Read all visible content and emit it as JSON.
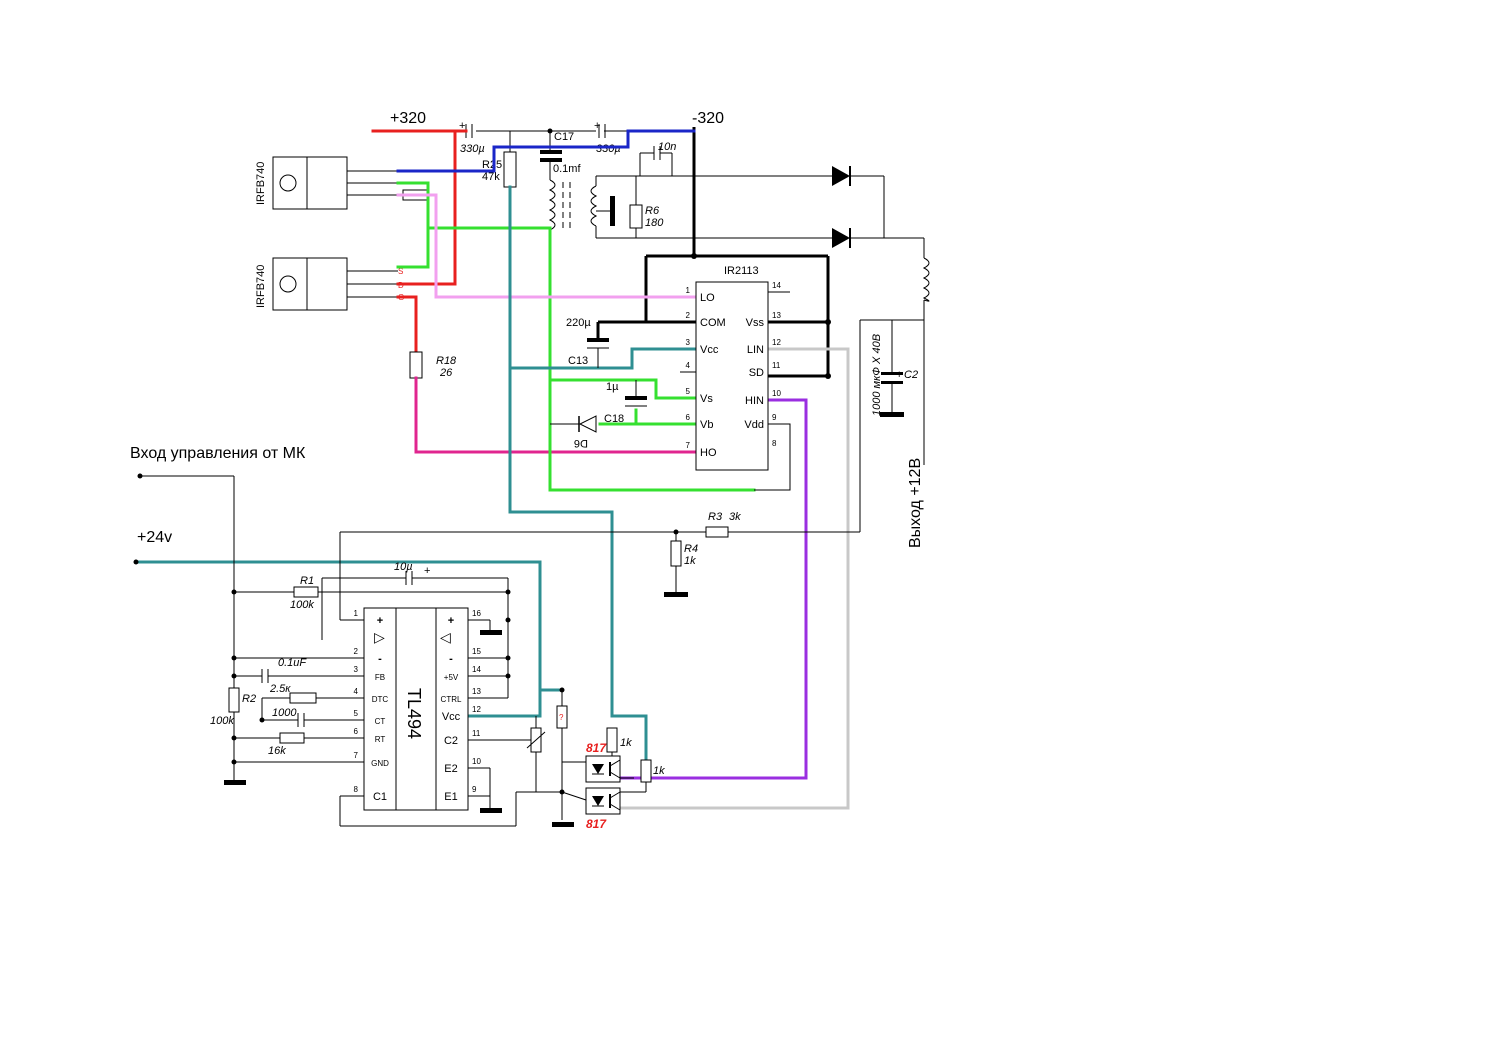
{
  "colors": {
    "red": "#e8201f",
    "blue": "#1a26c8",
    "green": "#35e030",
    "teal": "#2f8f92",
    "pink": "#f2a0ef",
    "magenta": "#e0258f",
    "purple": "#9a2ee0",
    "gray": "#c8c8c8",
    "black": "#000000",
    "opto_red": "#e8201f"
  },
  "rails": {
    "plus320": "+320",
    "minus320": "-320",
    "in24": "+24v",
    "control": "Вход управления от МК",
    "out12": "Выход +12В"
  },
  "mosfets": {
    "q1": "IRFB740",
    "q2": "IRFB740"
  },
  "caps": {
    "c_left": "330µ",
    "c_right": "330µ",
    "c17": "C17",
    "c17_val": "0.1mf",
    "c_10n": "10n",
    "c_220": "220µ",
    "c13": "C13",
    "c_1u": "1µ",
    "c18": "C18",
    "c2": "C2",
    "c2_val": "1000 мкФ X 40В",
    "c_10u": "10µ",
    "c_01uf": "0.1uF",
    "c_1000": "1000"
  },
  "resistors": {
    "r25": "R25",
    "r25_val": "47k",
    "r6": "R6",
    "r6_val": "180",
    "r18": "R18",
    "r18_val": "26",
    "r3": "R3",
    "r3_val": "3k",
    "r4": "R4",
    "r4_val": "1k",
    "r1": "R1",
    "r1_val": "100k",
    "r2": "R2",
    "r2_val": "100k",
    "r_25k": "2.5к",
    "r_16k": "16k",
    "r_1k_a": "1k",
    "r_1k_b": "1k",
    "r_q": "?"
  },
  "diodes": {
    "d6": "D6"
  },
  "ir2113": {
    "name": "IR2113",
    "pins_left": [
      {
        "num": "1",
        "name": "LO"
      },
      {
        "num": "2",
        "name": "COM"
      },
      {
        "num": "3",
        "name": "Vcc"
      },
      {
        "num": "4",
        "name": ""
      },
      {
        "num": "5",
        "name": "Vs"
      },
      {
        "num": "6",
        "name": "Vb"
      },
      {
        "num": "7",
        "name": "HO"
      }
    ],
    "pins_right": [
      {
        "num": "14",
        "name": ""
      },
      {
        "num": "13",
        "name": "Vss"
      },
      {
        "num": "12",
        "name": "LIN"
      },
      {
        "num": "11",
        "name": "SD"
      },
      {
        "num": "10",
        "name": "HIN"
      },
      {
        "num": "9",
        "name": "Vdd"
      },
      {
        "num": "8",
        "name": ""
      }
    ]
  },
  "tl494": {
    "name": "TL494",
    "pins_left": [
      {
        "num": "1",
        "name": "+"
      },
      {
        "num": "2",
        "name": "-"
      },
      {
        "num": "3",
        "name": "FB"
      },
      {
        "num": "4",
        "name": "DTC"
      },
      {
        "num": "5",
        "name": "CT"
      },
      {
        "num": "6",
        "name": "RT"
      },
      {
        "num": "7",
        "name": "GND"
      },
      {
        "num": "8",
        "name": "C1"
      }
    ],
    "pins_right": [
      {
        "num": "16",
        "name": "+"
      },
      {
        "num": "15",
        "name": "-"
      },
      {
        "num": "14",
        "name": "+5V"
      },
      {
        "num": "13",
        "name": "CTRL"
      },
      {
        "num": "12",
        "name": "Vcc"
      },
      {
        "num": "11",
        "name": "C2"
      },
      {
        "num": "10",
        "name": "E2"
      },
      {
        "num": "9",
        "name": "E1"
      }
    ]
  },
  "optos": {
    "top": "817",
    "bottom": "817"
  },
  "fet_pins": {
    "s": "S",
    "d": "D",
    "g": "G"
  }
}
